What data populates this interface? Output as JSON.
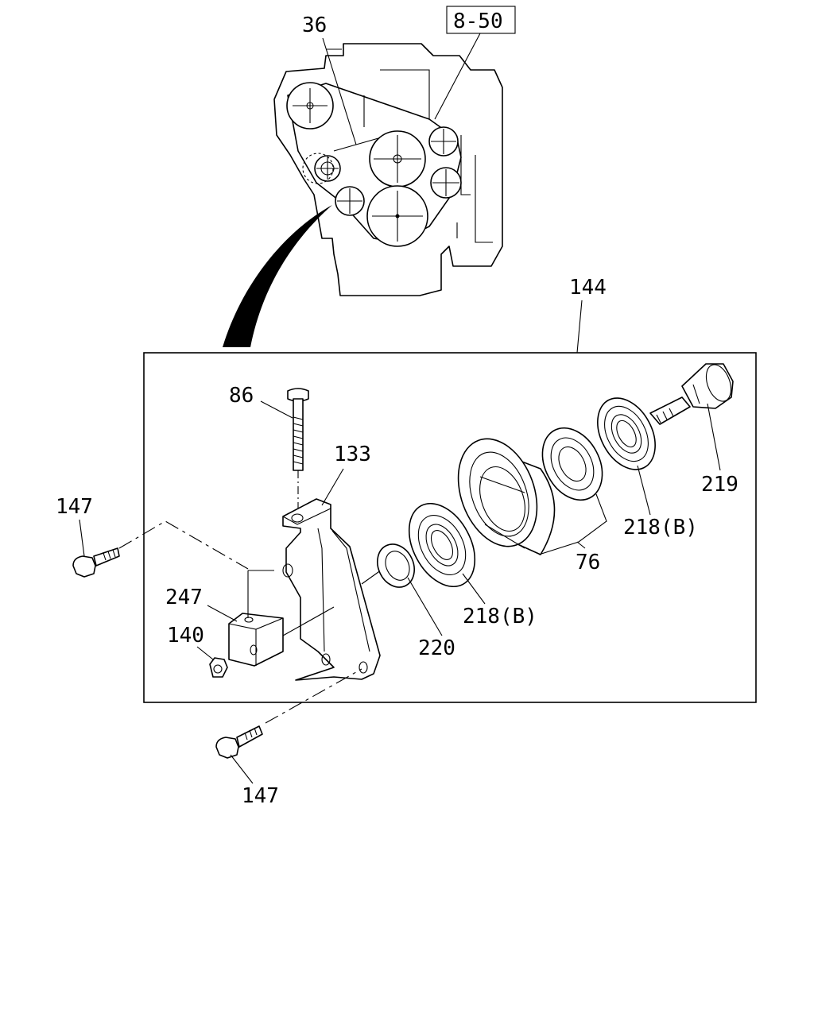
{
  "diagram": {
    "callouts": {
      "belt": "36",
      "ref_page": "8-50",
      "assembly": "144",
      "stud_bolt": "86",
      "bracket": "133",
      "bolt_upper": "147",
      "bolt_lower": "147",
      "block": "247",
      "nut": "140",
      "spacer": "220",
      "bearing_front": "218(B)",
      "bearing_rear": "218(B)",
      "pulley": "76",
      "bolt_shaft": "219"
    },
    "icons": [
      "engine-outline-icon",
      "pulley-icon",
      "bolt-icon",
      "nut-icon",
      "bearing-icon",
      "bracket-icon"
    ]
  }
}
